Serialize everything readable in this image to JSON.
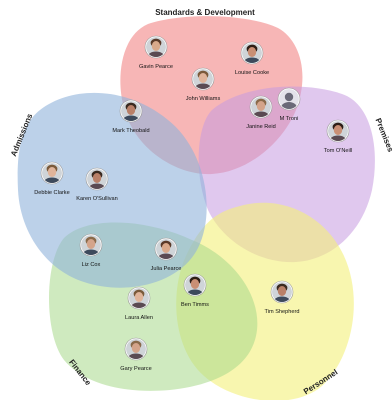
{
  "diagram": {
    "sets": {
      "standards": {
        "label": "Standards & Development",
        "color": "#f07a7a"
      },
      "premises": {
        "label": "Premises",
        "color": "#c79be0"
      },
      "personnel": {
        "label": "Personnel",
        "color": "#f3f07a"
      },
      "finance": {
        "label": "Finance",
        "color": "#a8d88a"
      },
      "admissions": {
        "label": "Admissions",
        "color": "#8fb3db"
      }
    },
    "people": [
      {
        "name": "Gavin Pearce",
        "avatar": "portrait-icon"
      },
      {
        "name": "Louise Cooke",
        "avatar": "portrait-icon"
      },
      {
        "name": "John Williams",
        "avatar": "portrait-icon"
      },
      {
        "name": "Mark Theobald",
        "avatar": "portrait-icon"
      },
      {
        "name": "Janine Reid",
        "avatar": "portrait-icon"
      },
      {
        "name": "M Troni",
        "avatar": "silhouette-icon"
      },
      {
        "name": "Tom O'Neill",
        "avatar": "portrait-icon"
      },
      {
        "name": "Debbie Clarke",
        "avatar": "portrait-icon"
      },
      {
        "name": "Karen O'Sullivan",
        "avatar": "portrait-icon"
      },
      {
        "name": "Liz Cox",
        "avatar": "portrait-icon"
      },
      {
        "name": "Julia Pearce",
        "avatar": "portrait-icon"
      },
      {
        "name": "Ben Timms",
        "avatar": "portrait-icon"
      },
      {
        "name": "Laura Allen",
        "avatar": "portrait-icon"
      },
      {
        "name": "Tim Shepherd",
        "avatar": "portrait-icon"
      },
      {
        "name": "Gary Pearce",
        "avatar": "portrait-icon"
      }
    ]
  }
}
